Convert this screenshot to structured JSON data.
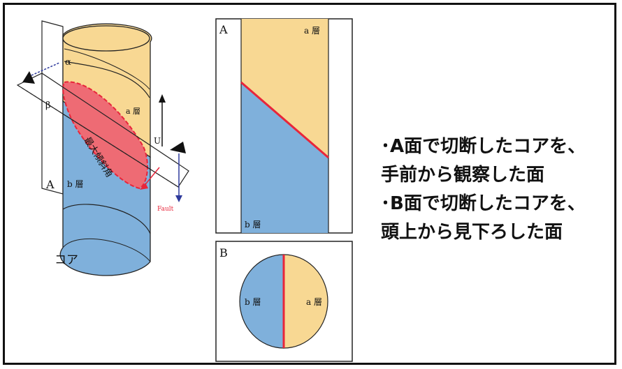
{
  "figure": {
    "left": {
      "label_alpha": "α",
      "label_a_layer": "a 層",
      "label_beta": "β",
      "label_oblique": "最大傾斜角",
      "label_U": "U",
      "label_A": "A",
      "label_b_layer": "b 層",
      "label_fault": "Fault",
      "label_core": "コア"
    },
    "panel_a": {
      "label": "A",
      "top_label": "a 層",
      "bottom_label": "b 層"
    },
    "panel_b": {
      "label": "B",
      "left_label": "b 層",
      "right_label": "a 層"
    }
  },
  "caption": {
    "line1": "･A面で切断したコアを、",
    "line2": "手前から観察した面",
    "line3": "･B面で切断したコアを、",
    "line4": "頭上から見下ろした面"
  },
  "colors": {
    "a_layer": "#f8d893",
    "b_layer": "#7fb0db",
    "fault_red": "#e8253a",
    "fault_fill": "#ee6b74",
    "arrow_blue": "#2e3a9c"
  }
}
